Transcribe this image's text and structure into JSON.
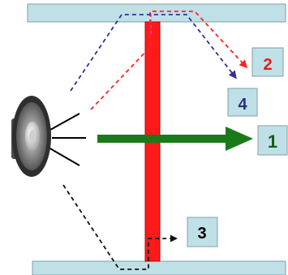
{
  "diagram": {
    "labels": [
      {
        "id": "path-1",
        "text": "1",
        "color": "#1a5c1a"
      },
      {
        "id": "path-2",
        "text": "2",
        "color": "#e01b1b"
      },
      {
        "id": "path-3",
        "text": "3",
        "color": "#000000"
      },
      {
        "id": "path-4",
        "text": "4",
        "color": "#2b2b8f"
      }
    ],
    "colors": {
      "panel_fill": "#bfe0e6",
      "panel_stroke": "#7f9fa6",
      "wall": "#ff1a1a",
      "direct_arrow": "#1a7a1a",
      "path_red": "#ff2020",
      "path_blue": "#30309a",
      "path_black": "#111111",
      "path_magenta": "#e040e0",
      "label_fill": "#bfe0e6"
    },
    "icons": {
      "source": "speaker-icon"
    }
  }
}
